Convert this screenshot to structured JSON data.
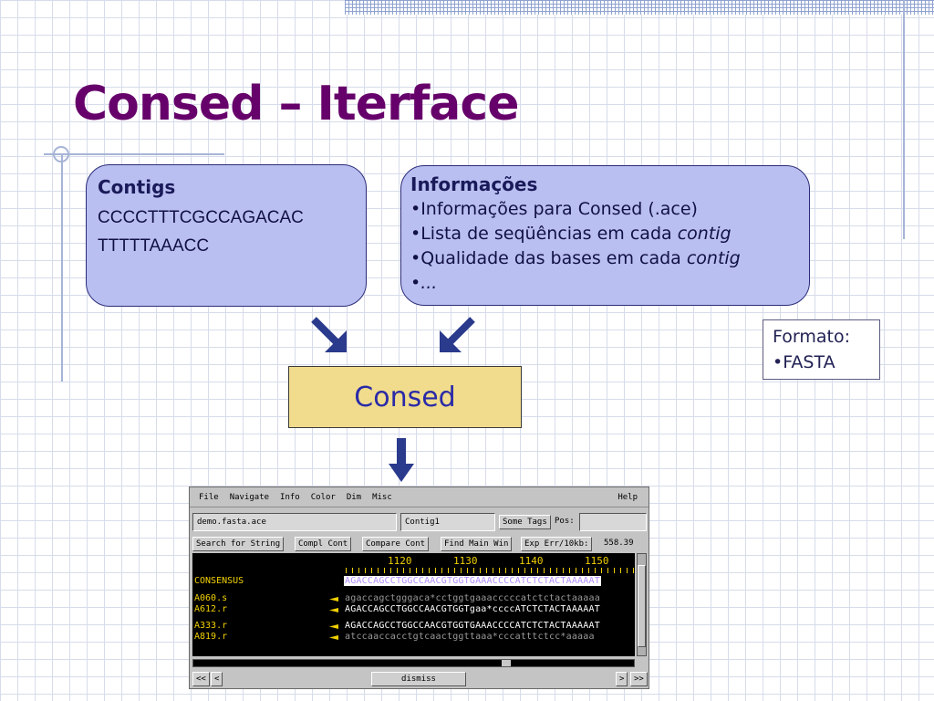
{
  "slide": {
    "title": "Consed – Iterface"
  },
  "contigs_box": {
    "heading": "Contigs",
    "sequence_line1": "CCCCTTTCGCCAGACAC",
    "sequence_line2": "TTTTTAAACC"
  },
  "info_box": {
    "heading": "Informações",
    "items": [
      {
        "text": "•Informações para Consed (.ace)",
        "italic": ""
      },
      {
        "text": "•Lista de seqüências em cada ",
        "italic": "contig"
      },
      {
        "text": "•Qualidade das bases em cada ",
        "italic": "contig"
      },
      {
        "text": "•",
        "italic": "..."
      }
    ]
  },
  "formato_box": {
    "label": "Formato:",
    "value": "•FASTA"
  },
  "consed_box": {
    "label": "Consed"
  },
  "app": {
    "menu": [
      "File",
      "Navigate",
      "Info",
      "Color",
      "Dim",
      "Misc"
    ],
    "help": "Help",
    "file_field": "demo.fasta.ace",
    "contig_field": "Contig1",
    "some_tags_button": "Some Tags",
    "pos_label": "Pos:",
    "toolbar": {
      "search_for_string": "Search for String",
      "compl_cont": "Compl Cont",
      "compare_cont": "Compare Cont",
      "find_main_win": "Find Main Win",
      "exp_err": "Exp Err/10kb:",
      "exp_err_value": "558.39"
    },
    "ruler": [
      "1120",
      "1130",
      "1140",
      "1150"
    ],
    "reads": [
      {
        "name": "CONSENSUS",
        "seq": "AGACCAGCCTGGCCAACGTGGTGAAACCCCATCTCTACTAAAAAT"
      },
      {
        "name": "A060.s",
        "seq": "agaccagctgggaca*cctggtgaaacccccatctctactaaaaa"
      },
      {
        "name": "A612.r",
        "seq": "AGACCAGCCTGGCCAACGTGGTgaa*ccccATCTCTACTAAAAAT"
      },
      {
        "name": "A333.r",
        "seq": "AGACCAGCCTGGCCAACGTGGTGAAACCCCATCTCTACTAAAAAT"
      },
      {
        "name": "A819.r",
        "seq": "atccaaccacctgtcaactggttaaa*cccatttctcc*aaaaa"
      }
    ],
    "dismiss": "dismiss",
    "nav": {
      "first": "<<",
      "prev": "<",
      "next": ">",
      "last": ">>"
    },
    "colors": {
      "consensus_name": "#f0d000",
      "consensus_seq": "#b08cff",
      "read_name": "#f0d000",
      "read_seq_high": "#ffffff",
      "read_seq_low": "#9a9a9a"
    }
  }
}
